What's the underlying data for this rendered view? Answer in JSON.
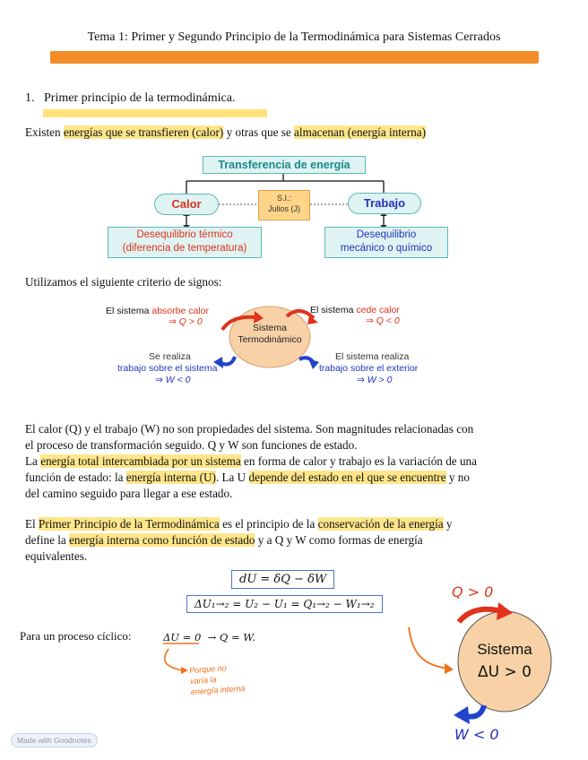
{
  "header": {
    "title": "Tema 1: Primer y Segundo Principio de la Termodinámica para Sistemas Cerrados"
  },
  "section1": {
    "heading": "1.   Primer principio de la termodinámica."
  },
  "intro": {
    "p1": "Existen ",
    "p2": "energías que se transfieren (calor)",
    "p3": " y otras que se ",
    "p4": "almacenan (energía interna)"
  },
  "diagram1": {
    "top": "Transferencia de energía",
    "calor": "Calor",
    "si": "S.I.:\nJulios (J)",
    "trabajo": "Trabajo",
    "desq_termico": "Desequilibrio térmico\n(diferencia de temperatura)",
    "desq_mecanico": "Desequilibrio\nmecánico o químico"
  },
  "criterio": "Utilizamos el siguiente criterio de signos:",
  "diagram2": {
    "sistema": "Sistema\nTermodinámico",
    "absorbe_a": "El sistema ",
    "absorbe_b": "absorbe calor",
    "absorbe_c": "⇒ Q > 0",
    "cede_a": "El sistema ",
    "cede_b": "cede calor",
    "cede_c": "⇒ Q < 0",
    "realiza_sobre_a": "Se realiza",
    "realiza_sobre_b": "trabajo sobre el sistema",
    "realiza_sobre_c": "⇒ W < 0",
    "sistema_realiza_a": "El sistema realiza",
    "sistema_realiza_b": "trabajo sobre el exterior",
    "sistema_realiza_c": "⇒ W > 0"
  },
  "para2": {
    "l1": "El calor (Q) y el trabajo (W) no son propiedades del sistema. Son magnitudes relacionadas con",
    "l2": "el proceso de transformación seguido. Q y W son funciones de estado.",
    "l3a": "La ",
    "l3b": "energía total intercambiada por un sistema",
    "l3c": " en forma de calor y trabajo es la variación de una",
    "l4a": "función de estado: la ",
    "l4b": "energía interna (U)",
    "l4c": ". La U ",
    "l4d": "depende del estado en el que se encuentre",
    "l4e": " y no",
    "l5": "del camino seguido para llegar a ese estado."
  },
  "para3": {
    "a": "El ",
    "b": "Primer Principio de la Termodinámica",
    "c": " es el principio de la ",
    "d": "conservación de la energía",
    "e": " y",
    "f": "define la ",
    "g": "energía interna como función de estado",
    "h": " y a Q y W como formas de energía",
    "i": "equivalentes."
  },
  "formulas": {
    "f1": "dU = δQ − δW",
    "f2": "ΔU₁→₂ = U₂ − U₁ = Q₁→₂ − W₁→₂",
    "ciclico_label": "Para un proceso cíclico:",
    "ciclico_eq": "ΔU = 0  → Q = W.",
    "nota": "Porque no\nvaría la\nenergía interna"
  },
  "sistema_grande": {
    "q": "Q > 0",
    "label1": "Sistema",
    "label2": "ΔU > 0",
    "w": "W < 0"
  },
  "footer": {
    "watermark": "Made with Goodnotes"
  },
  "colors": {
    "orange": "#f28c28",
    "highlight": "#ffe68a",
    "red": "#e0321c",
    "blue": "#2233bb",
    "peach": "#f8d2a6"
  }
}
